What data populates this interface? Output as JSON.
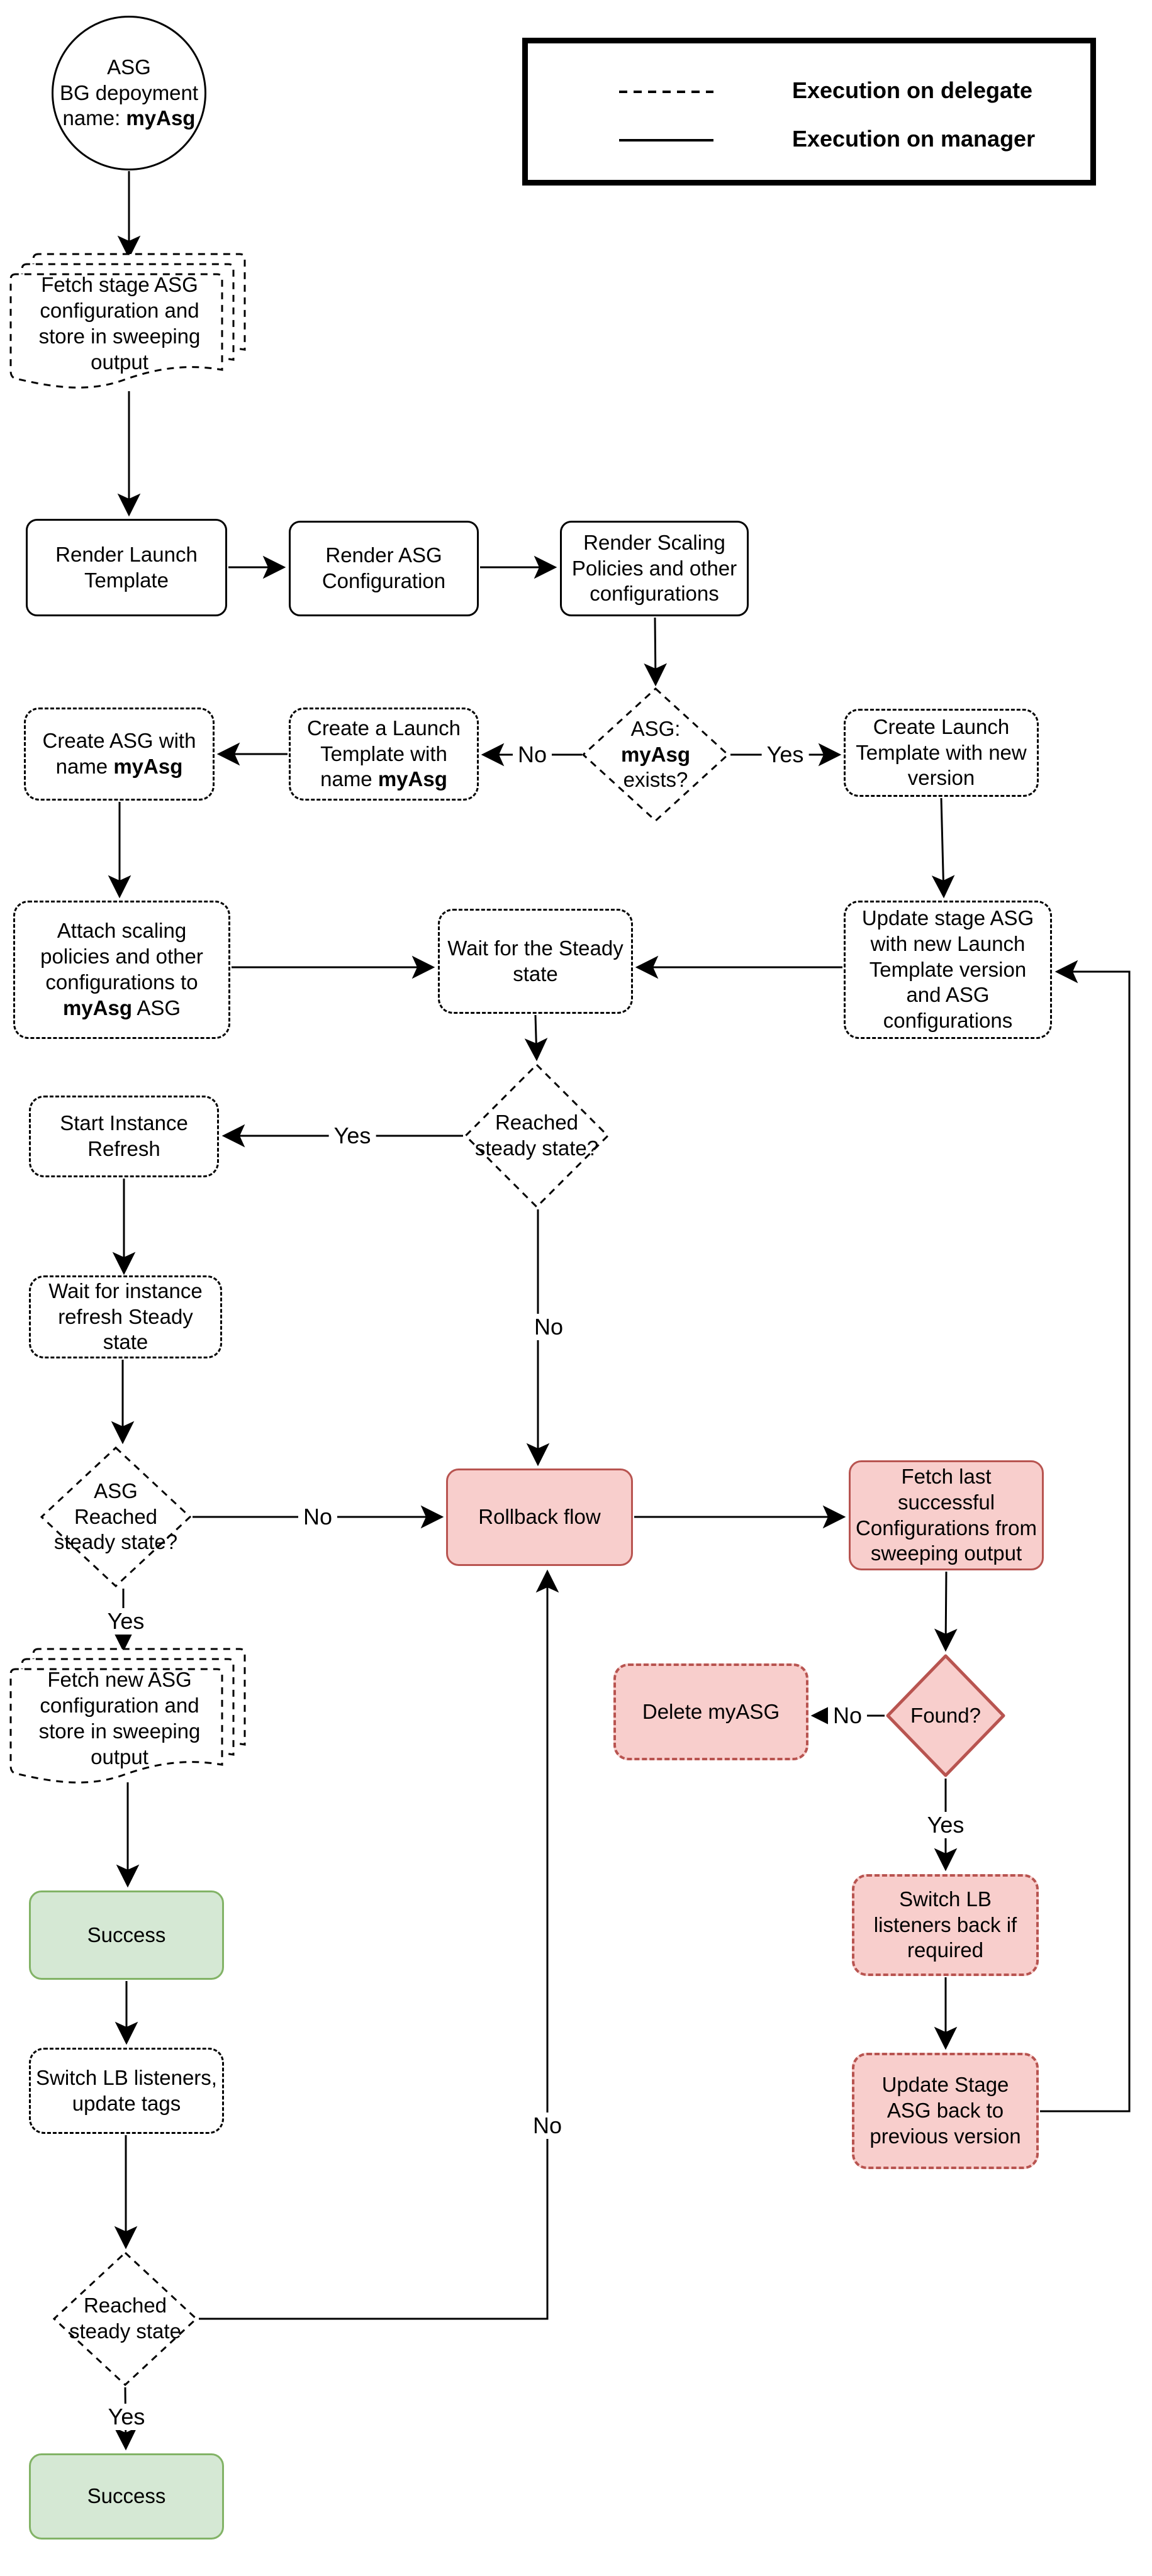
{
  "colors": {
    "stroke": "#000000",
    "danger_fill": "#f8cecc",
    "danger_border": "#b85450",
    "success_fill": "#d5e8d4",
    "success_border": "#82b366"
  },
  "legend": {
    "delegate_label": "Execution on delegate",
    "manager_label": "Execution on manager"
  },
  "nodes": {
    "start": {
      "line1": "ASG",
      "line2": "BG depoyment",
      "line3_pre": "name: ",
      "line3_bold": "myAsg"
    },
    "fetch_stage": "Fetch stage ASG configuration and store in sweeping output",
    "render_launch_template": "Render Launch Template",
    "render_asg_configuration": "Render ASG Configuration",
    "render_scaling_policies": "Render Scaling Policies and other configurations",
    "asg_exists": {
      "line1": "ASG:",
      "bold": "myAsg",
      "post": " exists?"
    },
    "create_launch_template": {
      "pre": "Create a Launch Template with name ",
      "bold": "myAsg"
    },
    "create_asg": {
      "pre": "Create ASG with name ",
      "bold": "myAsg"
    },
    "create_launch_template_new_version": "Create Launch Template with new version",
    "attach_scaling_policies": {
      "pre": "Attach scaling policies and other configurations to ",
      "bold": "myAsg",
      "post": " ASG"
    },
    "wait_steady_state": "Wait for the Steady state",
    "update_stage_asg": "Update stage ASG with new Launch Template version and ASG configurations",
    "reached_steady_state_q": "Reached steady state?",
    "start_instance_refresh": "Start Instance Refresh",
    "wait_instance_refresh": "Wait for instance refresh Steady state",
    "asg_reached_steady_state_q": "ASG Reached steady state?",
    "rollback_flow": "Rollback flow",
    "fetch_last_successful": "Fetch last successful Configurations from sweeping output",
    "found_q": "Found?",
    "delete_myasg": "Delete myASG",
    "fetch_new_asg": "Fetch new ASG configuration and store in sweeping output",
    "success_mid": "Success",
    "switch_lb_listeners_update_tags": "Switch LB listeners, update tags",
    "switch_lb_listeners_back": "Switch LB listeners back if required",
    "update_stage_asg_back": "Update Stage ASG back to previous version",
    "reached_steady_state_final": "Reached steady state",
    "success_final": "Success"
  },
  "edge_labels": {
    "exists_no": "No",
    "exists_yes": "Yes",
    "reached_yes": "Yes",
    "reached_no": "No",
    "asg_reached_no": "No",
    "asg_reached_yes": "Yes",
    "found_no": "No",
    "found_yes": "Yes",
    "final_yes": "Yes",
    "final_no": "No"
  }
}
